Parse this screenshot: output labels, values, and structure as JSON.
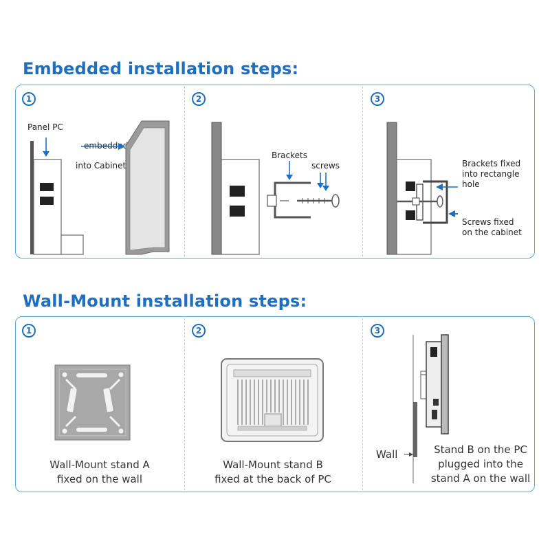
{
  "colors": {
    "accent": "#1f6fc0",
    "frame": "#5aa6e0"
  },
  "embedded": {
    "title": "Embedded installation steps:",
    "steps": [
      {
        "num": "1",
        "labels": {
          "panel_pc": "Panel PC",
          "embedded_line1": "embedded",
          "embedded_line2": "into Cabinet"
        }
      },
      {
        "num": "2",
        "labels": {
          "brackets": "Brackets",
          "screws": "screws"
        }
      },
      {
        "num": "3",
        "labels": {
          "fixed_line1": "Brackets fixed",
          "fixed_line2": "into rectangle",
          "fixed_line3": "hole",
          "screws_line1": "Screws fixed",
          "screws_line2": "on the cabinet"
        }
      }
    ]
  },
  "wallmount": {
    "title": "Wall-Mount installation steps:",
    "steps": [
      {
        "num": "1",
        "caption_line1": "Wall-Mount stand A",
        "caption_line2": "fixed on the wall"
      },
      {
        "num": "2",
        "caption_line1": "Wall-Mount stand B",
        "caption_line2": "fixed at the back of PC"
      },
      {
        "num": "3",
        "wall_label": "Wall",
        "caption_line1": "Stand B on the PC",
        "caption_line2": "plugged into the",
        "caption_line3": "stand A on the wall"
      }
    ]
  }
}
